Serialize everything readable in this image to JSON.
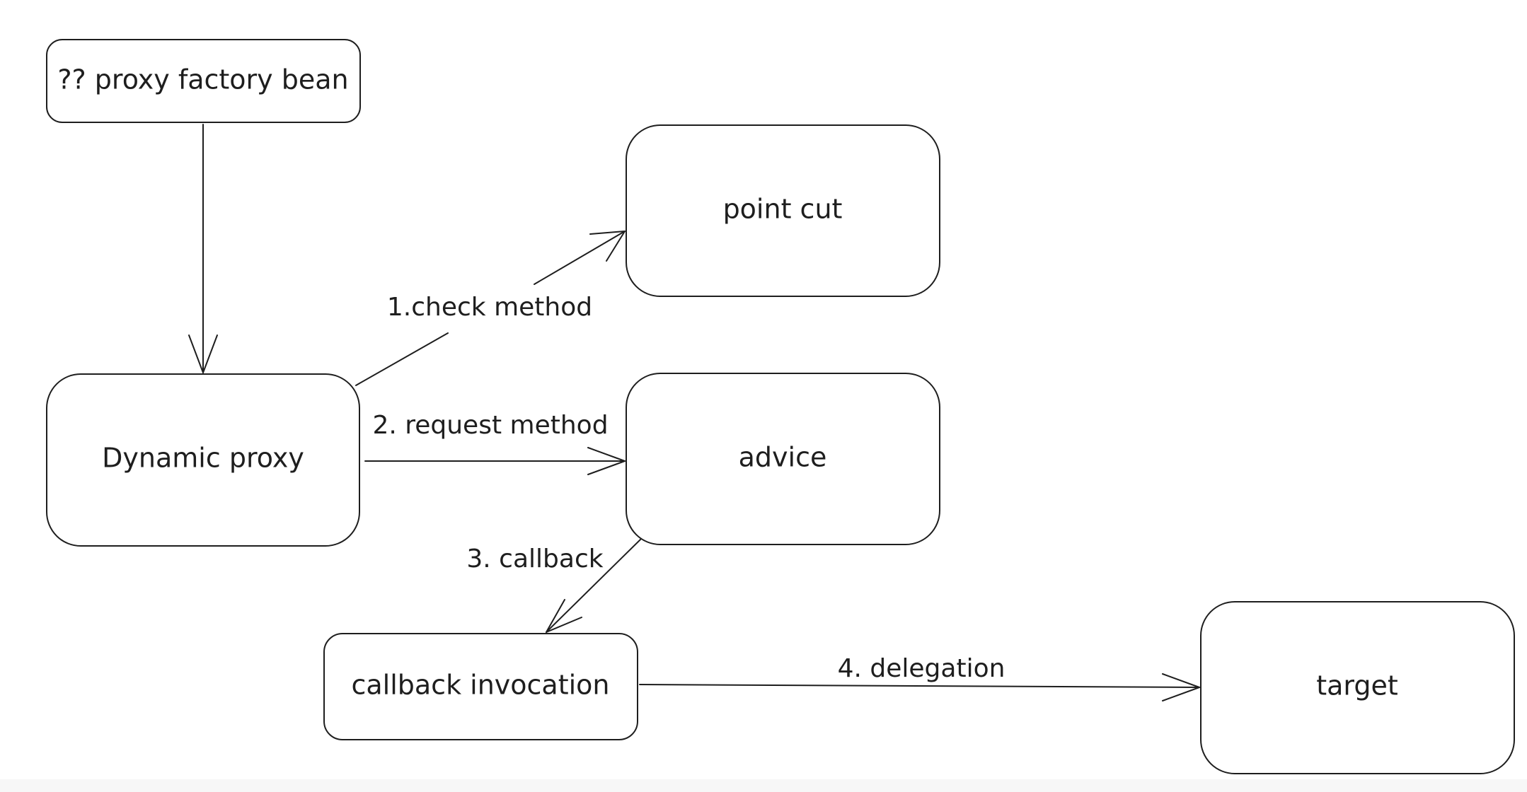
{
  "nodes": {
    "factory": {
      "label": "?? proxy factory bean"
    },
    "proxy": {
      "label": "Dynamic proxy"
    },
    "pointcut": {
      "label": "point cut"
    },
    "advice": {
      "label": "advice"
    },
    "callback": {
      "label": "callback invocation"
    },
    "target": {
      "label": "target"
    }
  },
  "edges": {
    "check": {
      "label": "1.check method"
    },
    "request": {
      "label": "2. request method"
    },
    "callback": {
      "label": "3. callback"
    },
    "delegation": {
      "label": "4. delegation"
    }
  }
}
